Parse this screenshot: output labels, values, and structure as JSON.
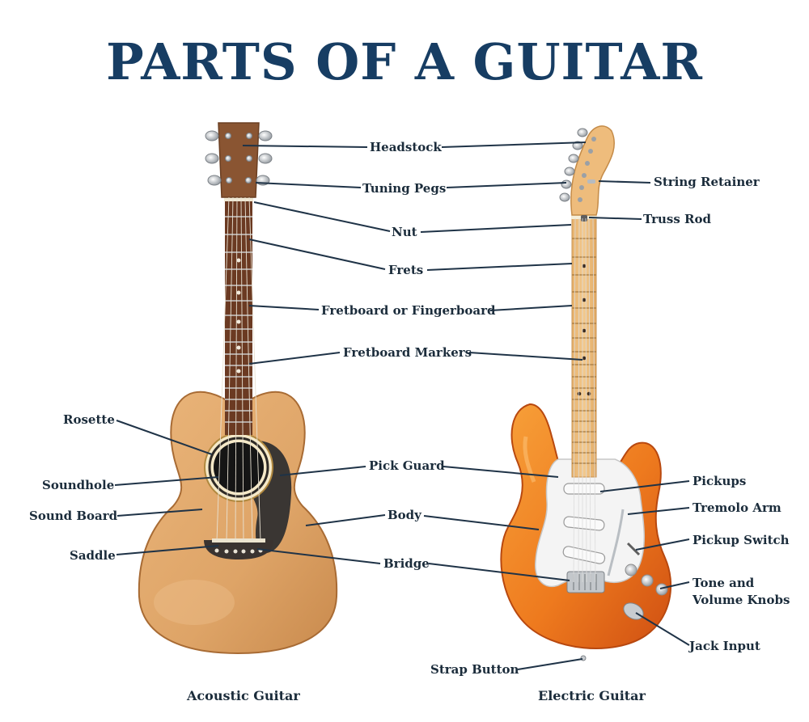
{
  "title": "PARTS OF A GUITAR",
  "labels": {
    "headstock": "Headstock",
    "tuning_pegs": "Tuning Pegs",
    "nut": "Nut",
    "frets": "Frets",
    "fretboard": "Fretboard or Fingerboard",
    "fretboard_markers": "Fretboard Markers",
    "rosette": "Rosette",
    "soundhole": "Soundhole",
    "sound_board": "Sound Board",
    "saddle": "Saddle",
    "pick_guard": "Pick Guard",
    "body": "Body",
    "bridge": "Bridge",
    "string_retainer": "String Retainer",
    "truss_rod": "Truss Rod",
    "pickups": "Pickups",
    "tremolo_arm": "Tremolo Arm",
    "pickup_switch": "Pickup Switch",
    "tone_volume_line1": "Tone and",
    "tone_volume_line2": "Volume Knobs",
    "jack_input": "Jack Input",
    "strap_button": "Strap Button"
  },
  "captions": {
    "acoustic": "Acoustic Guitar",
    "electric": "Electric Guitar"
  },
  "colors": {
    "title": "#173d63",
    "label": "#1b2c3b",
    "leader": "#1f3347",
    "acoustic_wood": "#e0a86a",
    "fretboard_dark": "#6b3a22",
    "electric_body": "#ee7a1e",
    "maple_neck": "#f0c282",
    "pickguard": "#f3f3f3"
  }
}
